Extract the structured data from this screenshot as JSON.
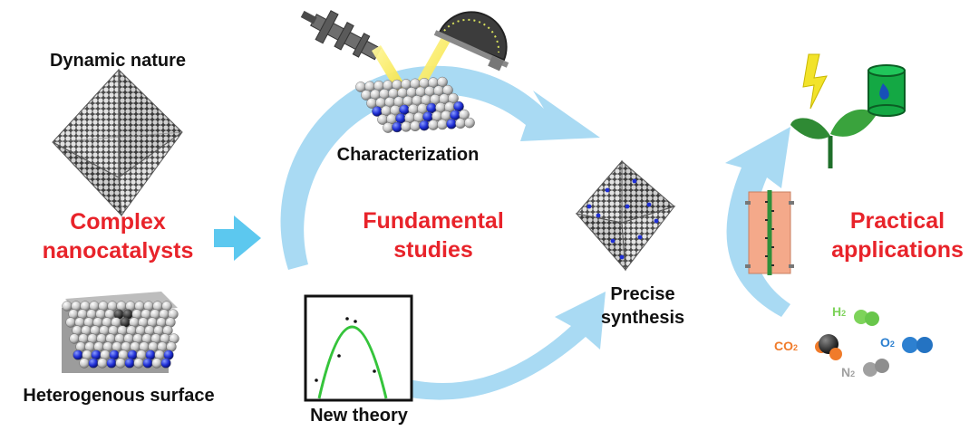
{
  "colors": {
    "accent_red": "#e8232a",
    "flow_arrow": "#a9daf3",
    "entry_arrow": "#5cc8ef",
    "atom_gray": "#c9c9c9",
    "atom_blue": "#1f2fd6",
    "fit_curve": "#35c43b",
    "membrane": "#f4a98a",
    "h2": "#7dd35a",
    "co2": "#f07b2a",
    "o2": "#2d80d0",
    "n2": "#a0a0a0"
  },
  "left": {
    "top_label": "Dynamic nature",
    "title_line1": "Complex",
    "title_line2": "nanocatalysts",
    "bottom_label": "Heterogenous surface"
  },
  "center": {
    "title_line1": "Fundamental",
    "title_line2": "studies",
    "characterization": "Characterization",
    "new_theory": "New theory",
    "precise_line1": "Precise",
    "precise_line2": "synthesis"
  },
  "right": {
    "title_line1": "Practical",
    "title_line2": "applications",
    "gases": {
      "h2": {
        "base": "H",
        "sub": "2"
      },
      "co2": {
        "base": "CO",
        "sub": "2"
      },
      "o2": {
        "base": "O",
        "sub": "2"
      },
      "n2": {
        "base": "N",
        "sub": "2"
      }
    }
  },
  "icons": [
    "octahedron-icon",
    "surface-slab-icon",
    "probe-gun-icon",
    "detector-dome-icon",
    "lightning-icon",
    "seedling-icon",
    "fuel-barrel-icon",
    "membrane-icon",
    "molecule-icon",
    "graph-icon"
  ]
}
